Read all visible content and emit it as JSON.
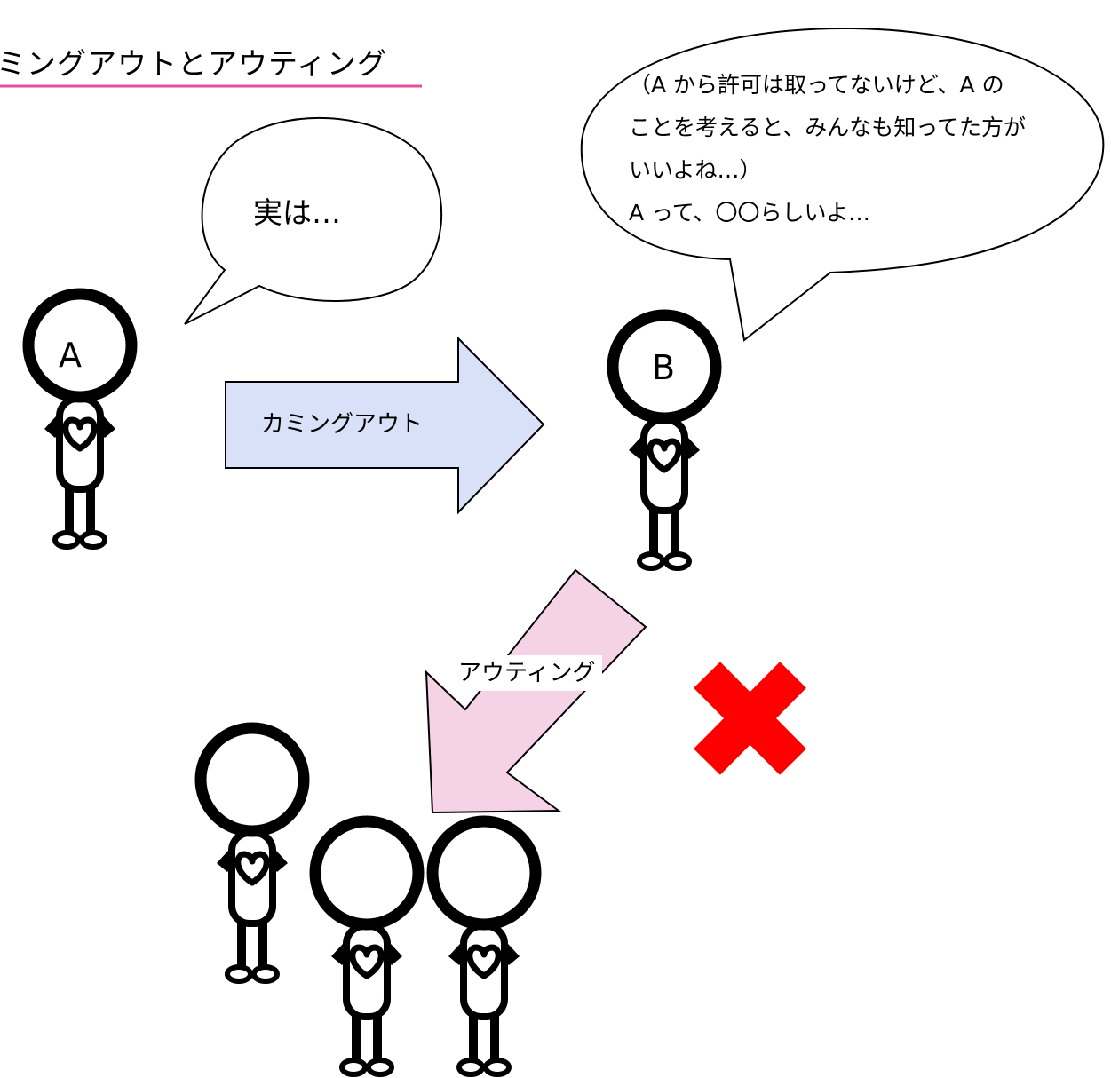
{
  "title": "ミングアウトとアウティング",
  "speech_a": "実は…",
  "speech_b": {
    "lines": [
      "（A から許可は取ってないけど、A の",
      "ことを考えると、みんなも知ってた方が",
      "いいよね…）",
      "A って、〇〇らしいよ…"
    ]
  },
  "person_a_label": "A",
  "person_b_label": "B",
  "arrow_coming_out_label": "カミングアウト",
  "arrow_outing_label": "アウティング",
  "colors": {
    "title_underline": "#e84c9a",
    "coming_out_arrow": "#d9e1f8",
    "outing_arrow": "#f6d2e6",
    "prohibit_mark": "#ff0000",
    "outline": "#000000"
  },
  "icons": [
    "person-icon",
    "heart-icon",
    "cross-mark-icon"
  ]
}
